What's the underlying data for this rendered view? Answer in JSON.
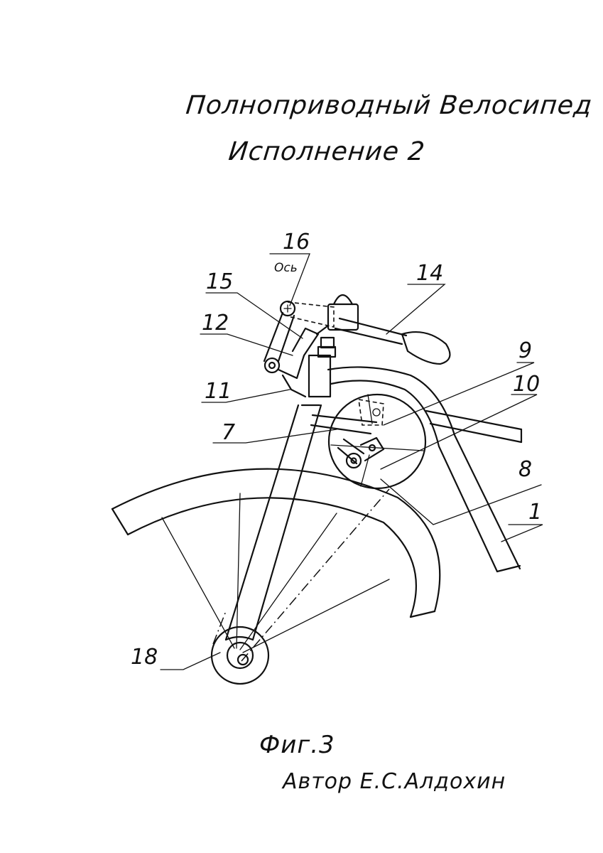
{
  "title": "Полноприводный Велосипед",
  "subtitle": "Исполнение 2",
  "figure_caption": "Фиг.3",
  "author": "Автор Е.С.Алдохин",
  "labels": {
    "l16": "16",
    "axis": "Ось",
    "l15": "15",
    "l14": "14",
    "l12": "12",
    "l9": "9",
    "l11": "11",
    "l10": "10",
    "l7": "7",
    "l8": "8",
    "l1": "1",
    "l18": "18"
  }
}
